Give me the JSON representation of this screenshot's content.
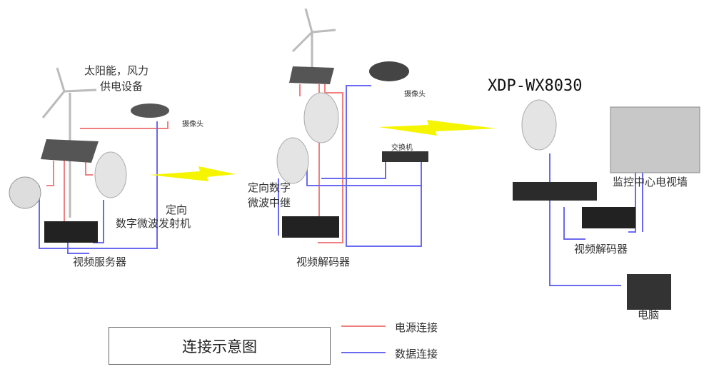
{
  "labels": {
    "power_supply_l1": "太阳能，风力",
    "power_supply_l2": "供电设备",
    "camera_left": "摄像头",
    "transmitter_l1": "定向",
    "transmitter_l2": "数字微波发射机",
    "video_server": "视频服务器",
    "relay_l1": "定向数字",
    "relay_l2": "微波中继",
    "switch": "交换机",
    "camera_mid": "摄像头",
    "decoder_mid": "视频解码器",
    "model": "XDP-WX8030",
    "tv_wall": "监控中心电视墙",
    "decoder_right": "视频解码器",
    "computer": "电脑"
  },
  "caption": "连接示意图",
  "legend": {
    "power": "电源连接",
    "data": "数据连接"
  },
  "colors": {
    "power": "#f08080",
    "data": "#6a6af0",
    "wireless": "#f5f500"
  }
}
